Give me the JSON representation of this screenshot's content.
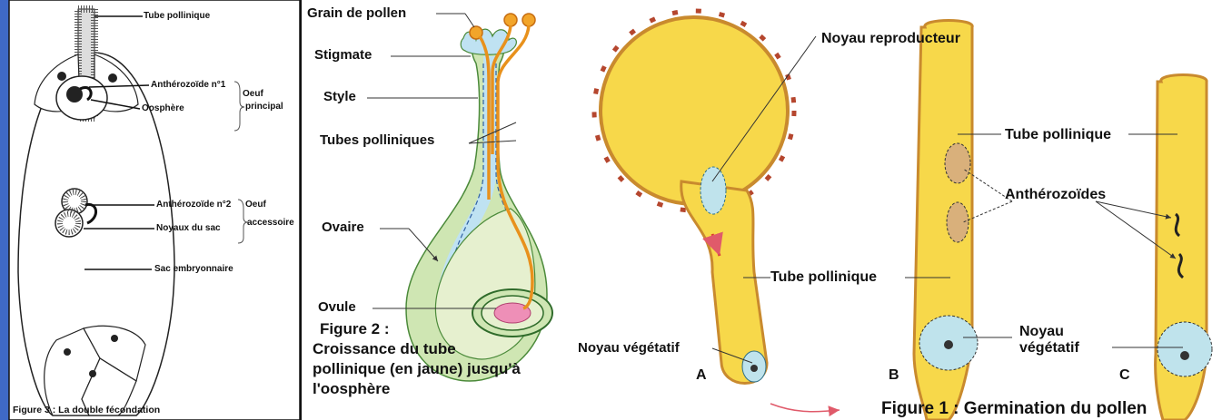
{
  "figure3": {
    "labels": {
      "tube": "Tube pollinique",
      "antherozoide1": "Anthérozoïde n°1",
      "oosphere": "Oosphère",
      "oeuf_principal_1": "Oeuf",
      "oeuf_principal_2": "principal",
      "antherozoide2": "Anthérozoïde n°2",
      "noyaux": "Noyaux du sac",
      "oeuf_accessoire_1": "Oeuf",
      "oeuf_accessoire_2": "accessoire",
      "sac": "Sac embryonnaire"
    },
    "caption": "Figure 3 : La double fécondation"
  },
  "figure2": {
    "labels": {
      "grain": "Grain de pollen",
      "stigmate": "Stigmate",
      "style": "Style",
      "tubes": "Tubes polliniques",
      "ovaire": "Ovaire",
      "ovule": "Ovule"
    },
    "caption_title": "Figure 2 :",
    "caption_text": "Croissance du tube pollinique (en jaune) jusqu'à l'oosphère"
  },
  "figure1": {
    "labels": {
      "noyau_reproducteur": "Noyau reproducteur",
      "tube_top": "Tube pollinique",
      "antherozoides": "Anthérozoïdes",
      "tube_mid": "Tube pollinique",
      "noyau_vegetatif_bc_1": "Noyau",
      "noyau_vegetatif_bc_2": "végétatif",
      "noyau_vegetatif_a": "Noyau végétatif",
      "letter_a": "A",
      "letter_b": "B",
      "letter_c": "C"
    },
    "caption": "Figure 1 : Germination du pollen"
  },
  "colors": {
    "pollen_yellow": "#f7d84a",
    "tube_border": "#c98a2e",
    "spines": "#b5462e",
    "nucleus_blue": "#bfe3ec",
    "style_green": "#cfe6b3",
    "canal_blue": "#bfe2f2",
    "ovule_pink": "#ee8fb7"
  }
}
